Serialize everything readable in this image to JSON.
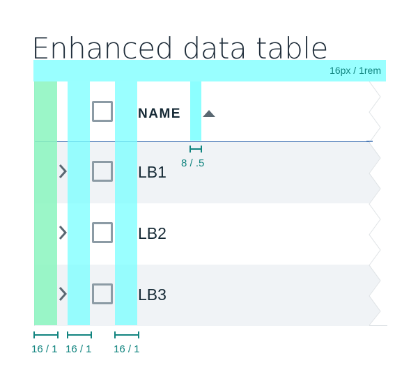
{
  "title": "Enhanced data table",
  "spacing": {
    "top_padding_label": "16px / 1rem",
    "sort_gap_label": "8 / .5",
    "bottom_labels": [
      "16 / 1",
      "16 / 1",
      "16 / 1"
    ]
  },
  "table": {
    "header": {
      "column_label": "NAME",
      "sort": "ascending"
    },
    "rows": [
      {
        "label": "LB1"
      },
      {
        "label": "LB2"
      },
      {
        "label": "LB3"
      }
    ]
  },
  "colors": {
    "padding_highlight": "#99ffff",
    "first_gutter_highlight": "#8af5be",
    "header_rule": "#3d70b2",
    "zebra_row": "#f0f3f6",
    "annotation_text": "#11847f"
  }
}
